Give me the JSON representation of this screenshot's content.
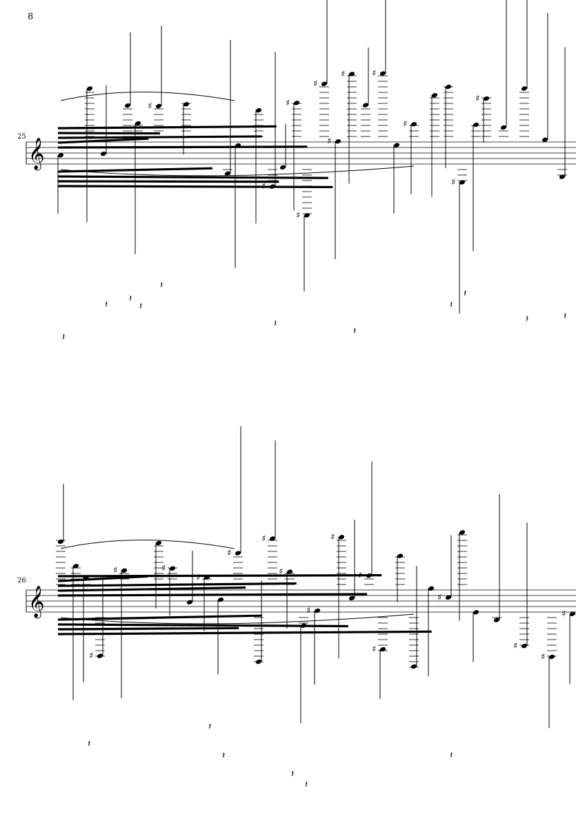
{
  "page": {
    "number": "8"
  },
  "systems": [
    {
      "measure_number": "25"
    },
    {
      "measure_number": "26"
    }
  ],
  "colors": {
    "ink": "#000000",
    "paper": "#ffffff"
  }
}
